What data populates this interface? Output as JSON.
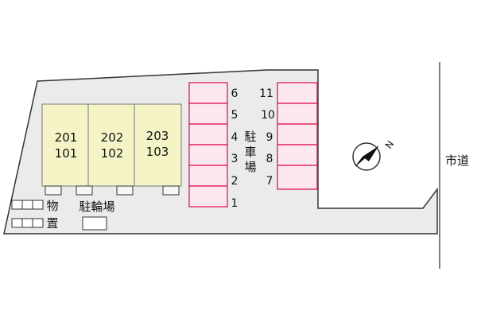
{
  "colors": {
    "lot": "#ebebeb",
    "lot_border": "#333333",
    "building": "#f5f4c6",
    "building_border": "#777777",
    "parking_fill": "#fde8ef",
    "parking_border": "#e1194f",
    "road_line": "#555555"
  },
  "buildings": [
    {
      "upper": "201",
      "lower": "101"
    },
    {
      "upper": "202",
      "lower": "102"
    },
    {
      "upper": "203",
      "lower": "103"
    }
  ],
  "parking": {
    "label": [
      "駐",
      "車",
      "場"
    ],
    "left_numbers": [
      "6",
      "5",
      "4",
      "3",
      "2",
      "1"
    ],
    "right_numbers": [
      "11",
      "10",
      "9",
      "8",
      "7"
    ]
  },
  "storage_label": [
    "物",
    "置"
  ],
  "bicycle_parking_label": "駐輪場",
  "road_label": "市道",
  "compass": {
    "north_letter": "N",
    "icon": "compass-icon"
  }
}
